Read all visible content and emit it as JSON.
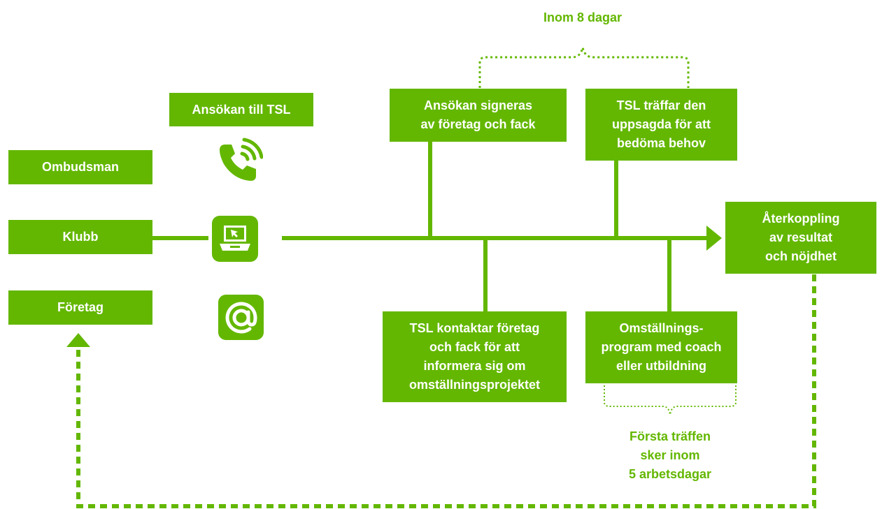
{
  "colors": {
    "accent": "#63b700",
    "text_on_accent": "#ffffff"
  },
  "diagram": {
    "labels": {
      "ombudsman": "Ombudsman",
      "klubb": "Klubb",
      "foretag": "Företag",
      "ansokan_till_tsl": "Ansökan till TSL",
      "ansokan_signeras": "Ansökan signeras\nav företag och fack",
      "tsl_traffar": "TSL träffar den\nuppsagda för att\nbedöma behov",
      "aterkoppling": "Återkoppling\nav resultat\noch nöjdhet",
      "tsl_kontaktar": "TSL kontaktar företag\noch fack för att\ninformera sig om\nomställningsprojektet",
      "omstallningsprogram": "Omställnings-\nprogram med coach\neller utbildning"
    },
    "notes": {
      "inom_8_dagar": "Inom 8 dagar",
      "forsta_traffen": "Första träffen\nsker inom\n5 arbetsdagar"
    },
    "icons": [
      "phone-icon",
      "laptop-icon",
      "at-sign-icon"
    ]
  }
}
